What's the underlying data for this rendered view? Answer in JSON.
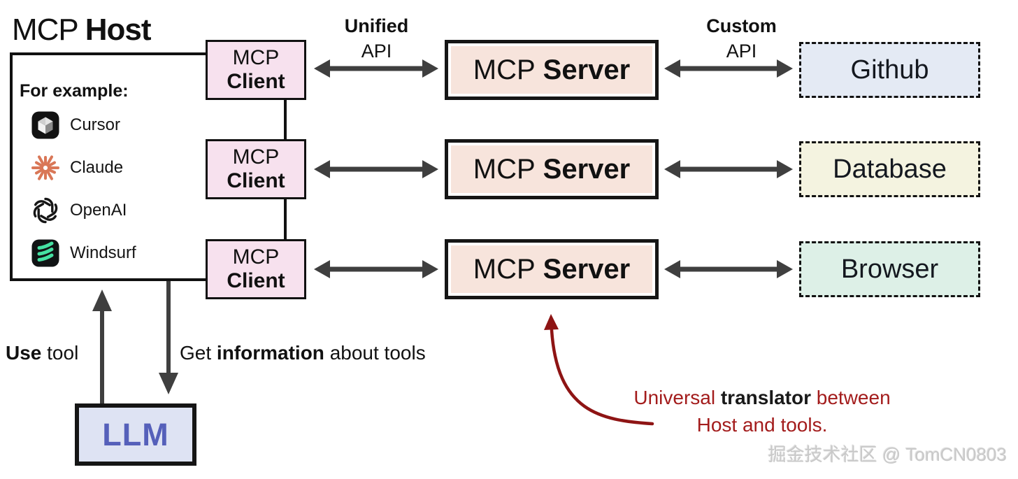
{
  "title": {
    "regular": "MCP",
    "bold": "Host"
  },
  "host_panel": {
    "heading": "For example:",
    "items": [
      {
        "name": "Cursor",
        "icon": "cursor-icon"
      },
      {
        "name": "Claude",
        "icon": "claude-icon"
      },
      {
        "name": "OpenAI",
        "icon": "openai-icon"
      },
      {
        "name": "Windsurf",
        "icon": "windsurf-icon"
      }
    ]
  },
  "clients": [
    {
      "top": "MCP",
      "bottom": "Client"
    },
    {
      "top": "MCP",
      "bottom": "Client"
    },
    {
      "top": "MCP",
      "bottom": "Client"
    }
  ],
  "servers": [
    {
      "regular": "MCP",
      "bold": "Server"
    },
    {
      "regular": "MCP",
      "bold": "Server"
    },
    {
      "regular": "MCP",
      "bold": "Server"
    }
  ],
  "tools": [
    {
      "label": "Github",
      "bg": "#e4eaf4"
    },
    {
      "label": "Database",
      "bg": "#f4f3e0"
    },
    {
      "label": "Browser",
      "bg": "#ddf0e7"
    }
  ],
  "api_labels": {
    "unified": {
      "line1": "Unified",
      "line2": "API"
    },
    "custom": {
      "line1": "Custom",
      "line2": "API"
    }
  },
  "llm": {
    "label": "LLM",
    "text_color": "#5560ba"
  },
  "flow": {
    "use_bold": "Use",
    "use_rest": " tool",
    "get_start": "Get ",
    "get_bold": "information",
    "get_end": " about tools"
  },
  "annotation": {
    "pre": "Universal ",
    "bold": "translator",
    "post": " between",
    "line2": "Host and tools.",
    "text_color": "#a31c1c",
    "arrow_color": "#8e1414"
  },
  "watermark": "掘金技术社区 @ TomCN0803",
  "colors": {
    "client_bg": "#f7e1ee",
    "server_bg": "#f7e4dc",
    "llm_bg": "#dee3f3",
    "arrow_gray": "#3f3f3f",
    "line_black": "#111111",
    "claude_orange": "#d97757",
    "windsurf_mint": "#45e0a2"
  }
}
